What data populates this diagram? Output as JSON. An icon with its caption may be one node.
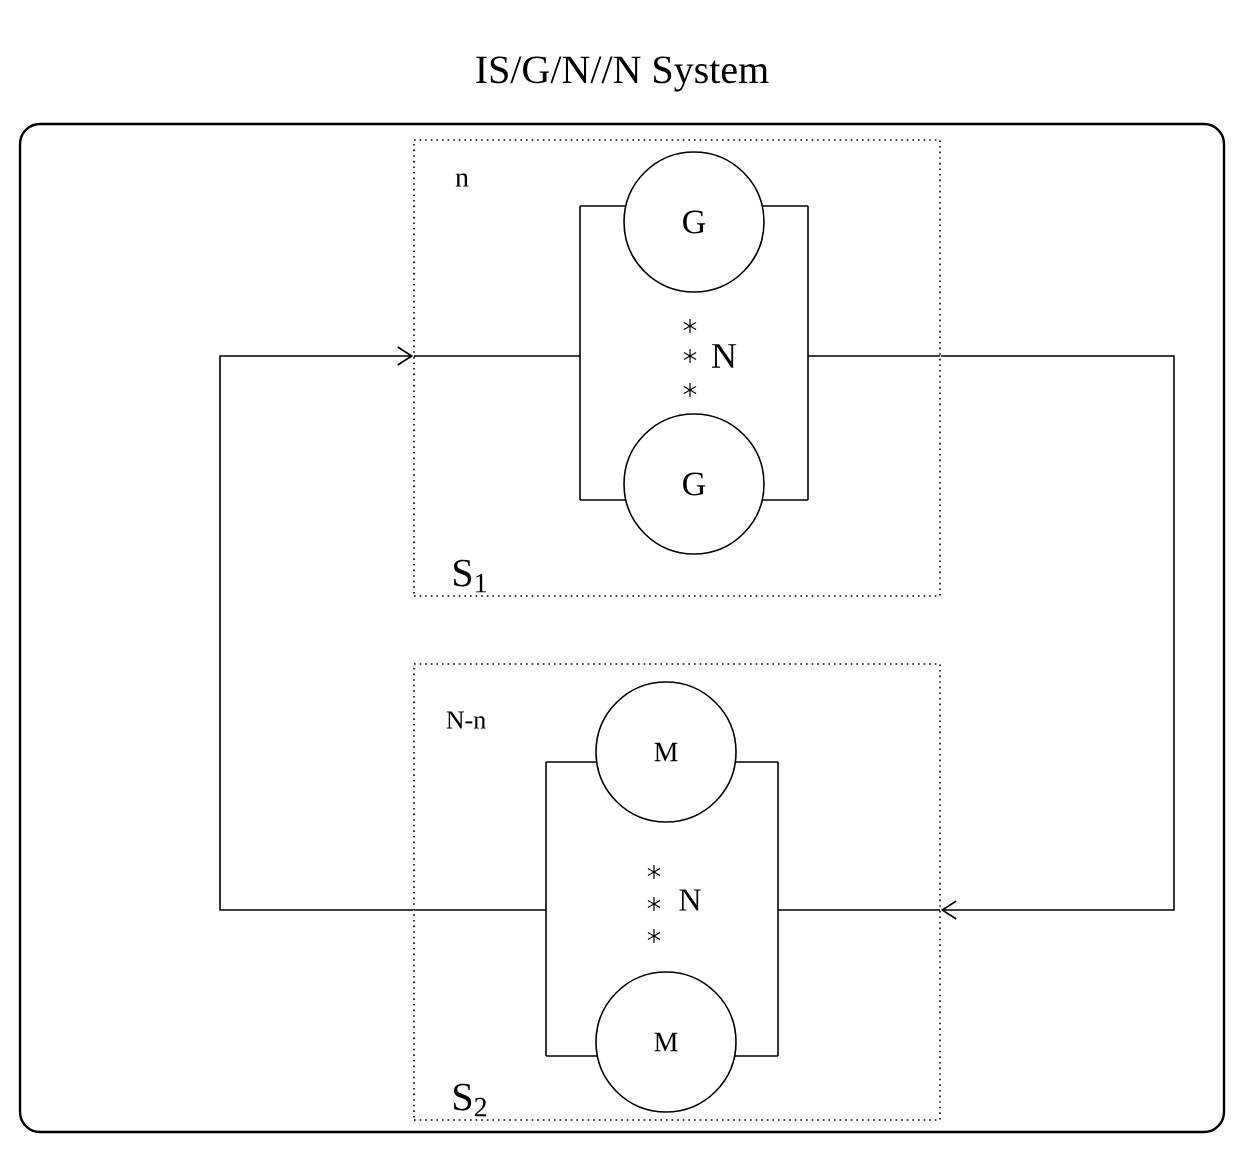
{
  "diagram": {
    "title": "IS/G/N//N System",
    "nodes": [
      {
        "text": [],
        "shape": "box"
      },
      {
        "text": [
          "n",
          "S$_{1}$"
        ],
        "in": 0
      },
      {
        "text": [
          "G"
        ],
        "in": 1
      },
      {
        "text": [
          "G"
        ],
        "in": 1
      },
      {
        "text": [
          "N-n",
          "S$_{2}$"
        ],
        "in": 0
      },
      {
        "text": [
          "M"
        ],
        "in": 4
      },
      {
        "text": [
          "M"
        ],
        "in": 4
      }
    ],
    "edges": [
      {
        "from": 4,
        "to": 1,
        "arrow": "to"
      },
      {
        "from": 1,
        "to": 4,
        "arrow": "to"
      }
    ],
    "labels": [
      "N",
      "N"
    ]
  }
}
